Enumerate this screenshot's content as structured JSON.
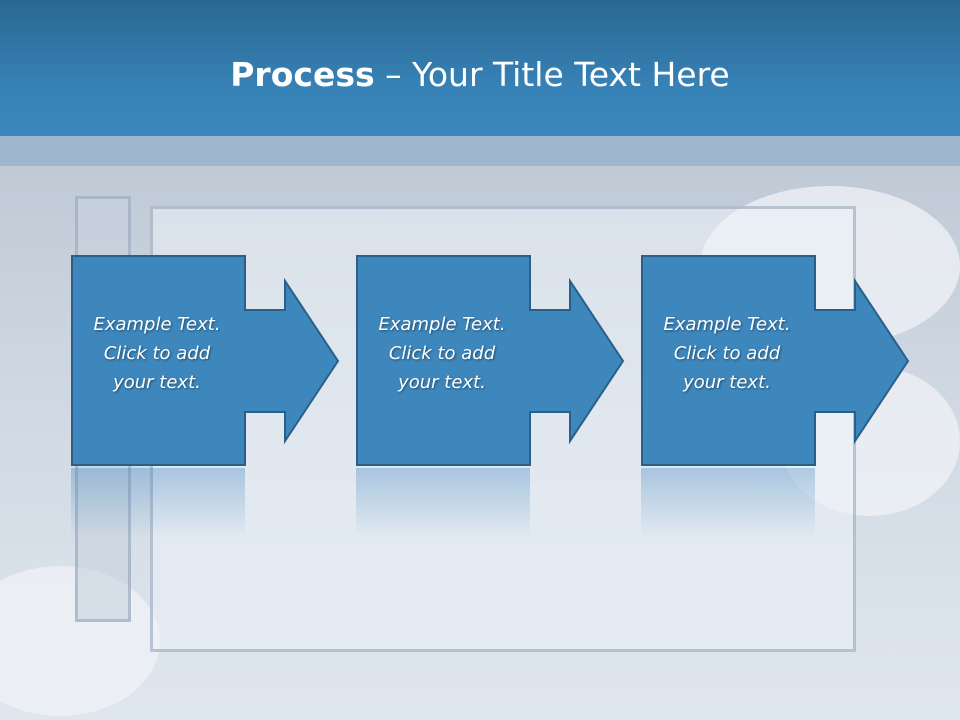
{
  "slide": {
    "title_bold": "Process",
    "title_rest": " – Your Title Text Here"
  },
  "steps": [
    {
      "line1": "Example Text.",
      "line2": "Click  to add",
      "line3": "your text."
    },
    {
      "line1": "Example Text.",
      "line2": "Click  to add",
      "line3": "your text."
    },
    {
      "line1": "Example Text.",
      "line2": "Click  to add",
      "line3": "your text."
    }
  ],
  "colors": {
    "header": "#3680b4",
    "box_fill": "#3d87bd",
    "box_border": "#2a5f8a",
    "text": "#ffffff"
  }
}
